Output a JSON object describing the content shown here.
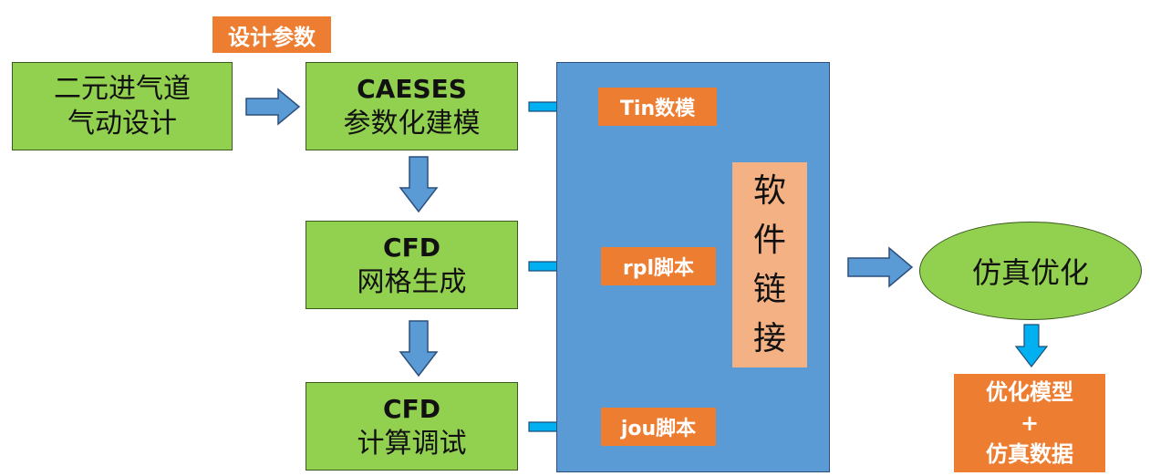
{
  "labels": {
    "design_params": "设计参数",
    "inlet_design": [
      "二元进气道",
      "气动设计"
    ],
    "caeses": [
      "CAESES",
      "参数化建模"
    ],
    "cfd_mesh": [
      "CFD",
      "网格生成"
    ],
    "cfd_calc": [
      "CFD",
      "计算调试"
    ],
    "tin": "Tin数模",
    "rpl": "rpl脚本",
    "jou": "jou脚本",
    "software_link": [
      "软",
      "件",
      "链",
      "接"
    ],
    "sim_opt": "仿真优化",
    "result": [
      "优化模型",
      "+",
      "仿真数据"
    ]
  },
  "colors": {
    "green": "#92d050",
    "orange": "#ed7d31",
    "blue_panel": "#5b9bd5",
    "peach": "#f4b183",
    "block_arrow": "#5b9bd5",
    "cyan_arrow": "#00b0f0"
  }
}
